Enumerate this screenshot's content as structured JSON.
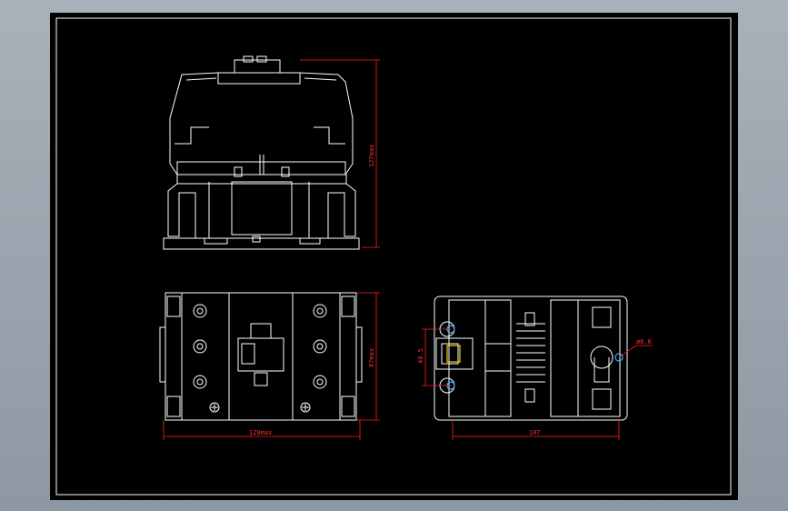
{
  "colors": {
    "background": "#9aa3ad",
    "sheet": "#000000",
    "outline": "#ffffff",
    "dimension": "#ff2020",
    "highlight": "#3ab0ff",
    "accent": "#ffd200"
  },
  "dimensions": {
    "height_label": "127max",
    "depth_label": "87max",
    "width_label": "129max",
    "mount_width_label": "107",
    "mount_height_label": "40.5",
    "hole_label": "ø6.6"
  }
}
